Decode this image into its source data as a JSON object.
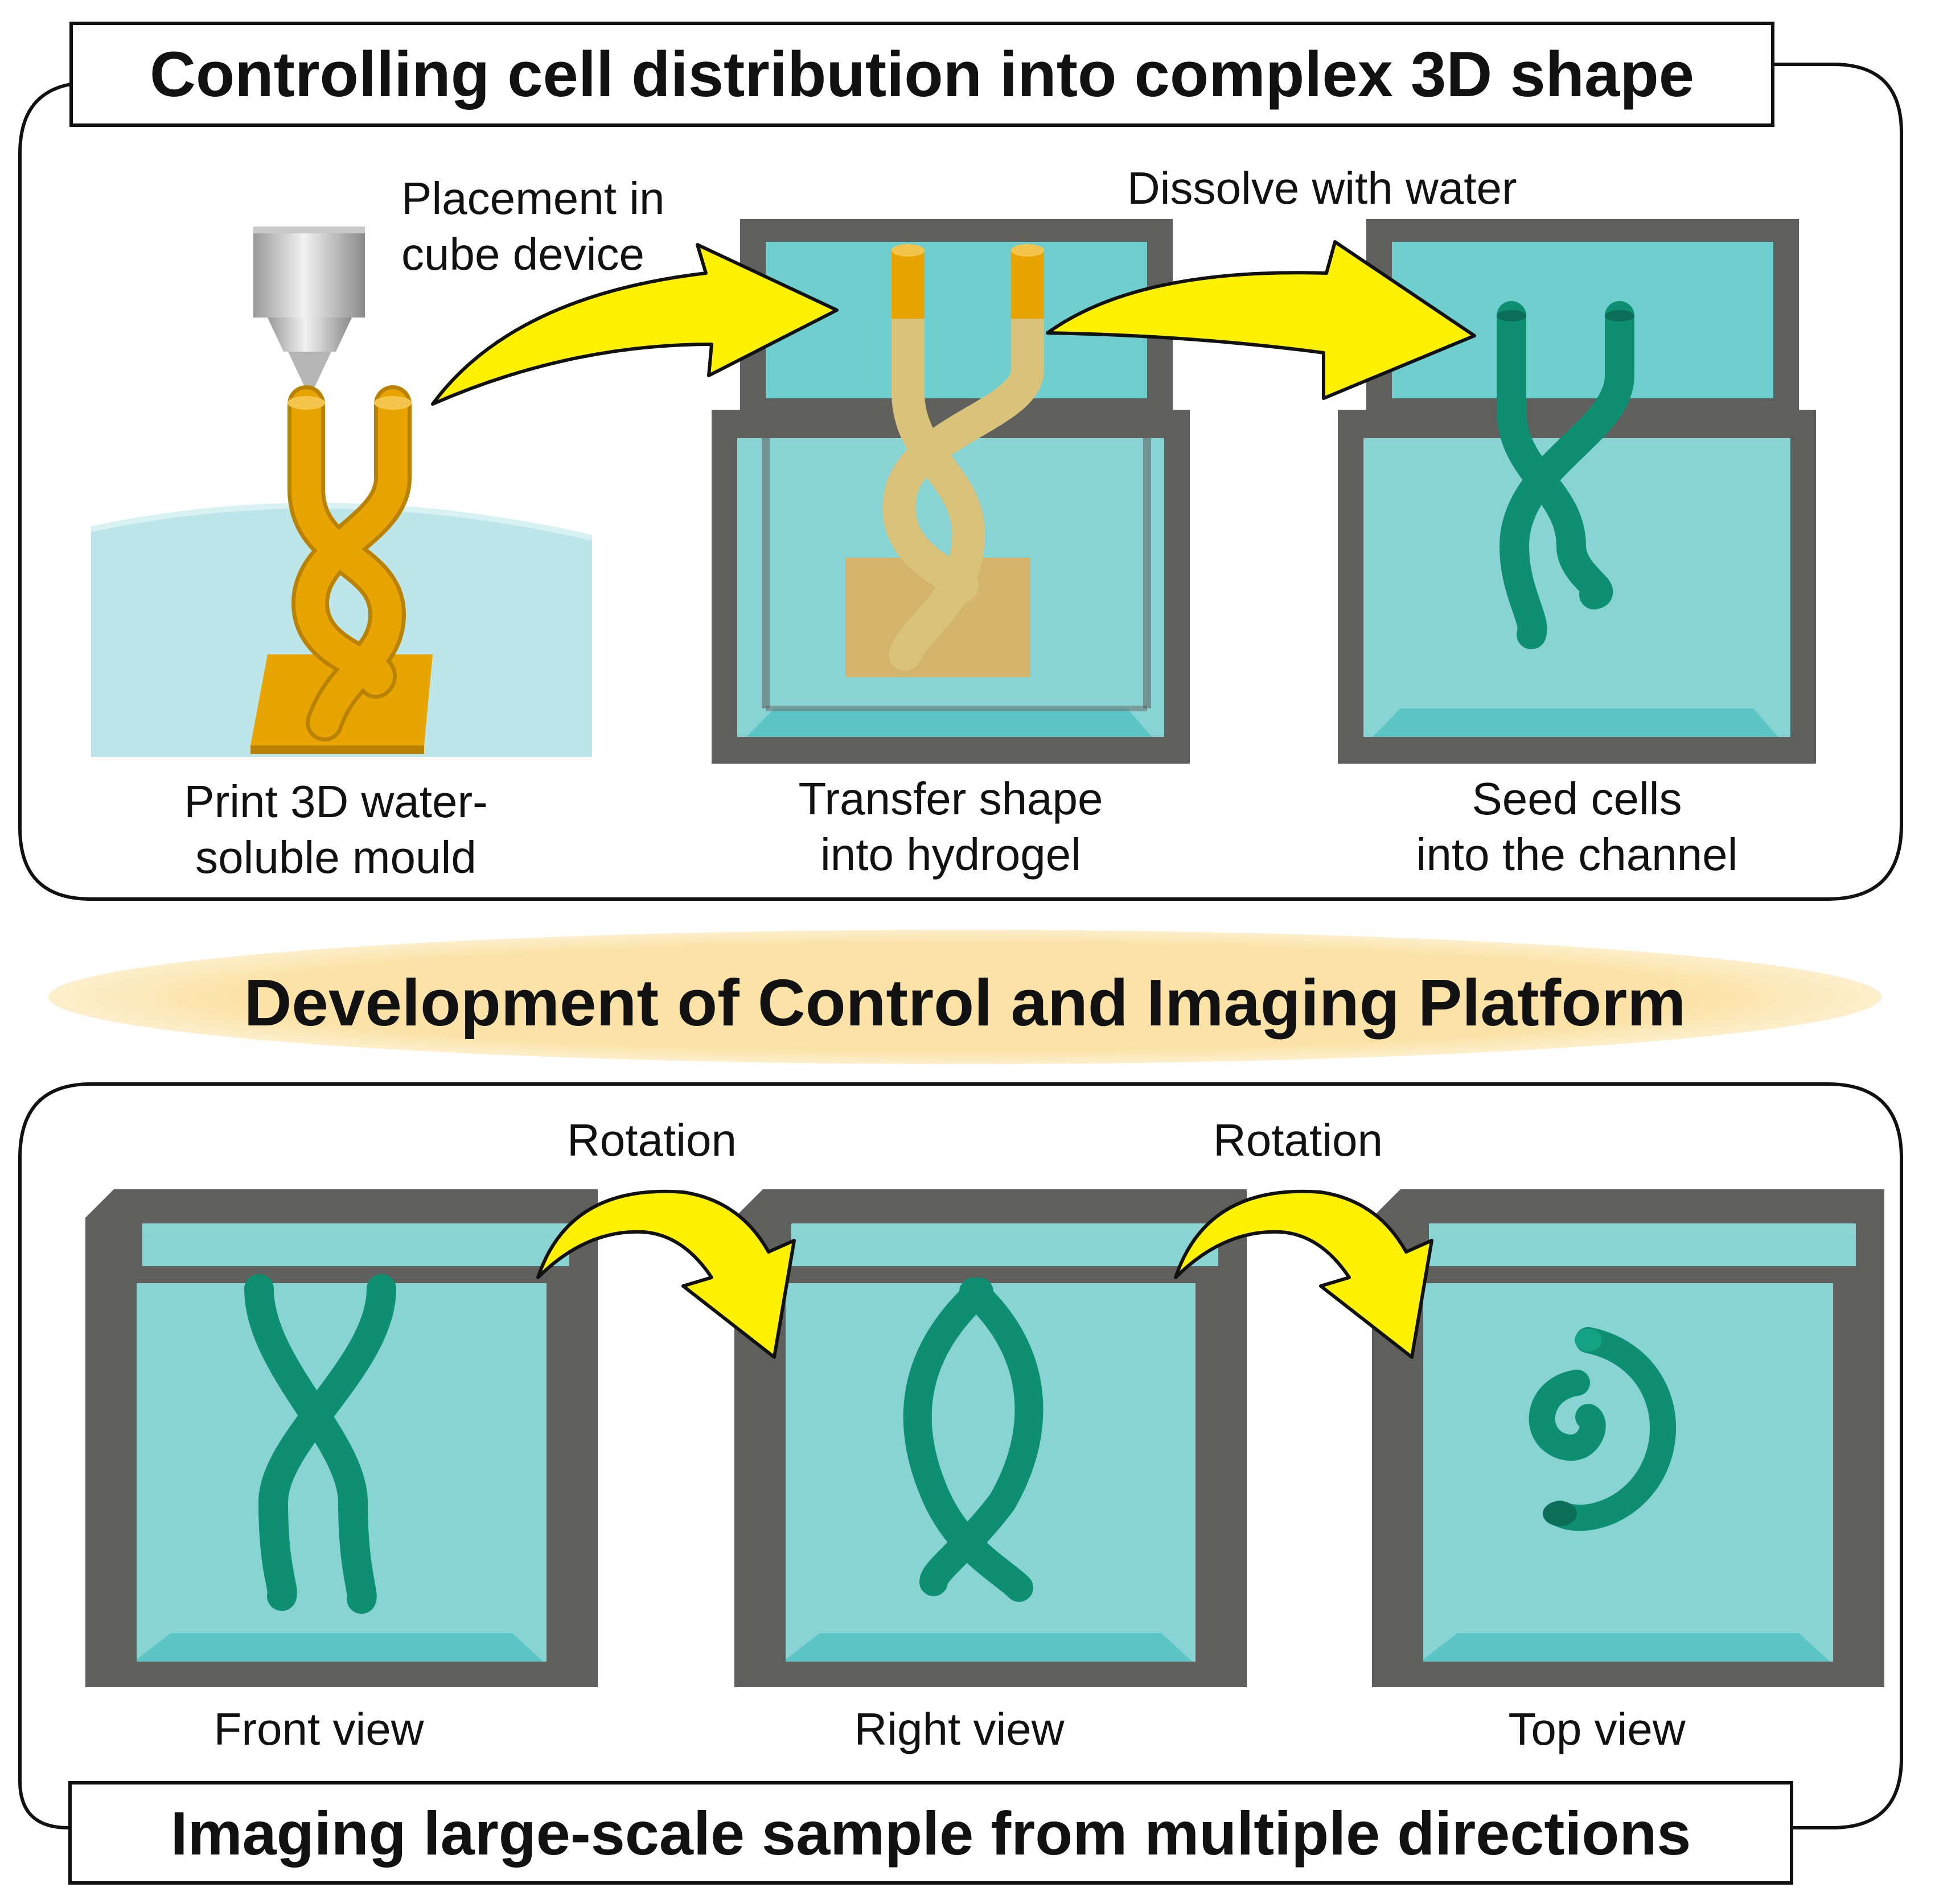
{
  "panel_top": {
    "title": "Controlling cell distribution into complex 3D shape",
    "steps": [
      {
        "caption_line1": "Print 3D water-",
        "caption_line2": "soluble mould"
      },
      {
        "caption_line1": "Transfer shape",
        "caption_line2": "into hydrogel"
      },
      {
        "caption_line1": "Seed cells",
        "caption_line2": "into the channel"
      }
    ],
    "arrows": [
      {
        "label_line1": "Placement in",
        "label_line2": "cube device"
      },
      {
        "label_line1": "Dissolve with water"
      }
    ]
  },
  "banner": {
    "text": "Development of Control and Imaging Platform"
  },
  "panel_bottom": {
    "title": "Imaging large-scale sample from multiple directions",
    "views": [
      {
        "caption": "Front view"
      },
      {
        "caption": "Right view"
      },
      {
        "caption": "Top view"
      }
    ],
    "arrows": [
      {
        "label": "Rotation"
      },
      {
        "label": "Rotation"
      }
    ]
  },
  "colors": {
    "frame": "#5f5f5d",
    "gel": "#6fcfcf",
    "gel_light": "#a8e6e6",
    "mould": "#e8a400",
    "channel": "#0e8f72",
    "arrow": "#fff200",
    "banner": "#fbe3a8",
    "substrate": "#bde6ea"
  }
}
